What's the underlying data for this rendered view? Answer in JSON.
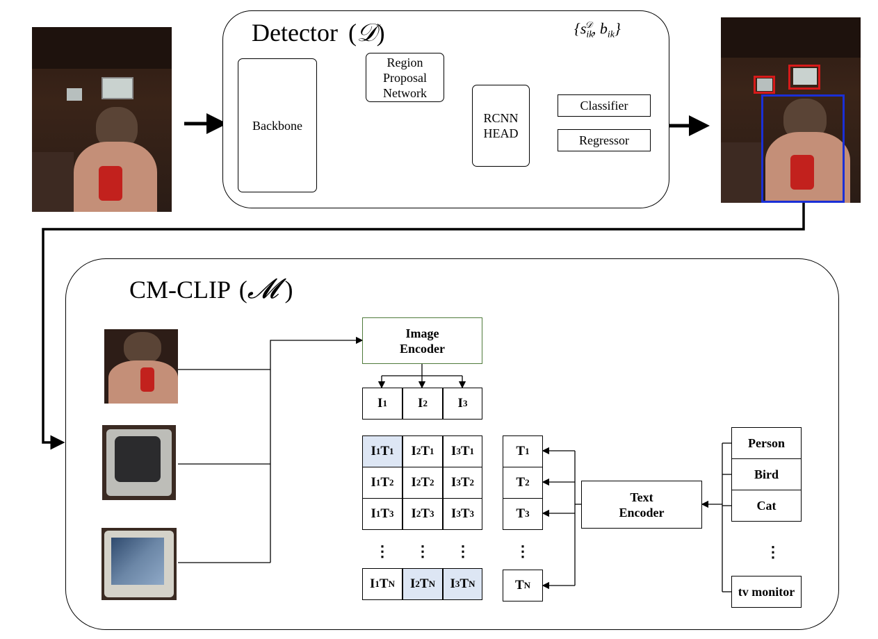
{
  "detector": {
    "title": "Detector",
    "symbol": "𝒟",
    "output_notation": "{s_ik^D, b_ik}",
    "modules": {
      "backbone": "Backbone",
      "rpn_line1": "Region",
      "rpn_line2": "Proposal",
      "rpn_line3": "Network",
      "rcnn_line1": "RCNN",
      "rcnn_line2": "HEAD",
      "classifier": "Classifier",
      "regressor": "Regressor"
    }
  },
  "cmclip": {
    "title": "CM-CLIP",
    "symbol": "𝓜",
    "image_encoder_line1": "Image",
    "image_encoder_line2": "Encoder",
    "text_encoder_line1": "Text",
    "text_encoder_line2": "Encoder",
    "image_features": [
      "I",
      "I",
      "I"
    ],
    "image_feature_subs": [
      "1",
      "2",
      "3"
    ],
    "text_features": [
      {
        "base": "T",
        "sub": "1"
      },
      {
        "base": "T",
        "sub": "2"
      },
      {
        "base": "T",
        "sub": "3"
      },
      {
        "base": "T",
        "sub": "N"
      }
    ],
    "ellipsis": "⋮",
    "classes": [
      "Person",
      "Bird",
      "Cat",
      "tv monitor"
    ]
  },
  "colors": {
    "highlight": "#dde6f4",
    "image_encoder_border": "#4e7a3a",
    "box_person": "#1a2fd6",
    "box_tv": "#d61a1a"
  }
}
